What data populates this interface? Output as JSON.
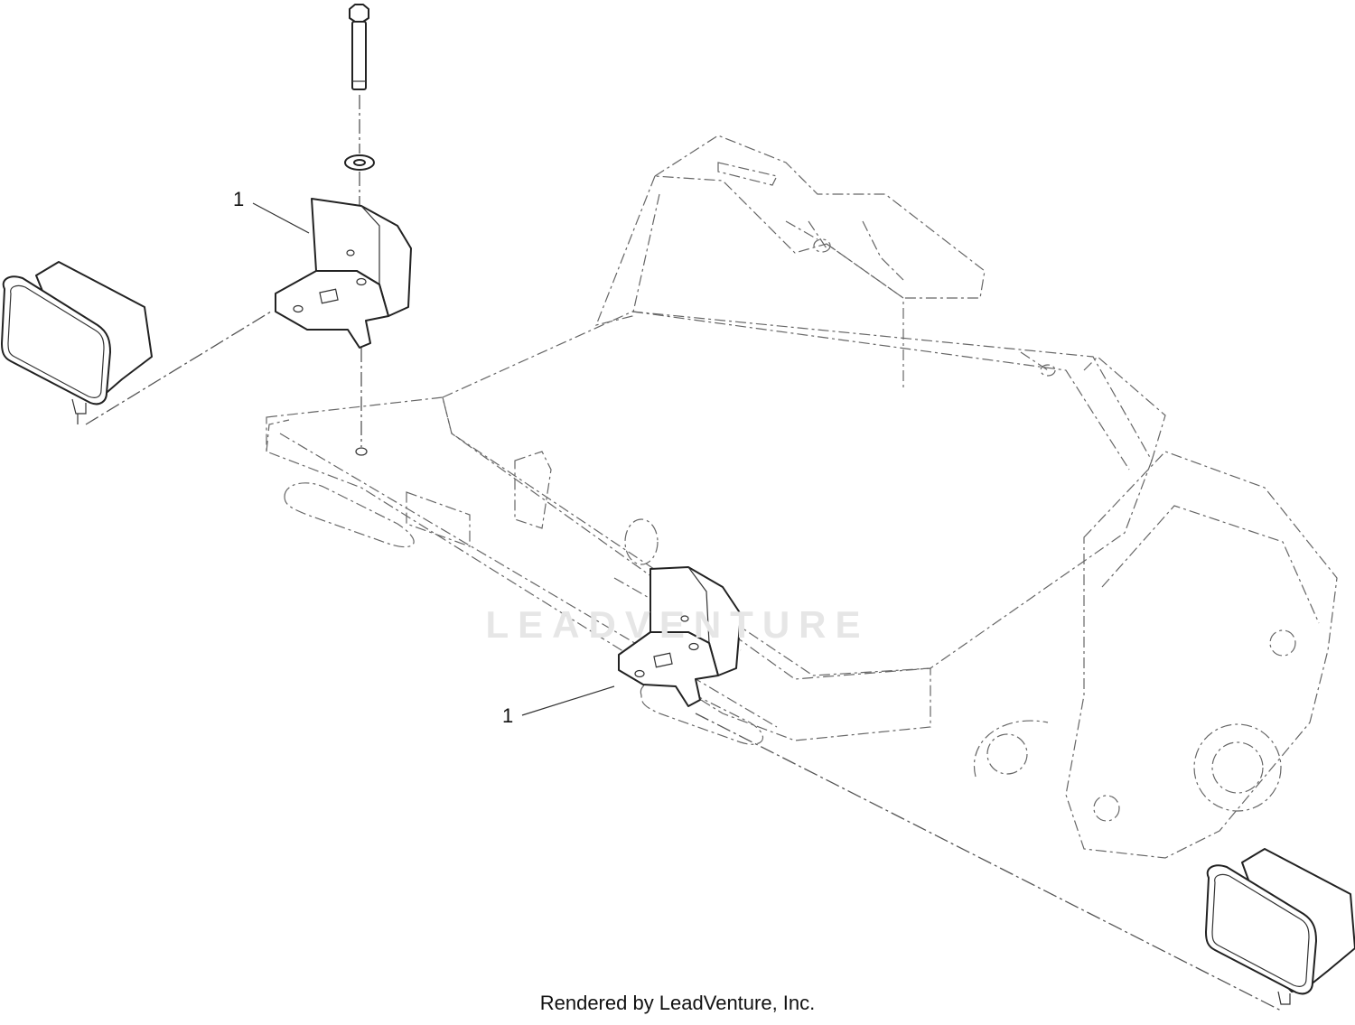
{
  "diagram": {
    "callouts": [
      {
        "number": "1",
        "part": "bracket-upper"
      },
      {
        "number": "1",
        "part": "bracket-lower"
      }
    ],
    "watermark_text": "LEADVENTURE",
    "footer_text": "Rendered by LeadVenture, Inc."
  },
  "colors": {
    "line": "#222222",
    "phantom": "#666666",
    "watermark": "#e6e6e6",
    "background": "#ffffff"
  }
}
